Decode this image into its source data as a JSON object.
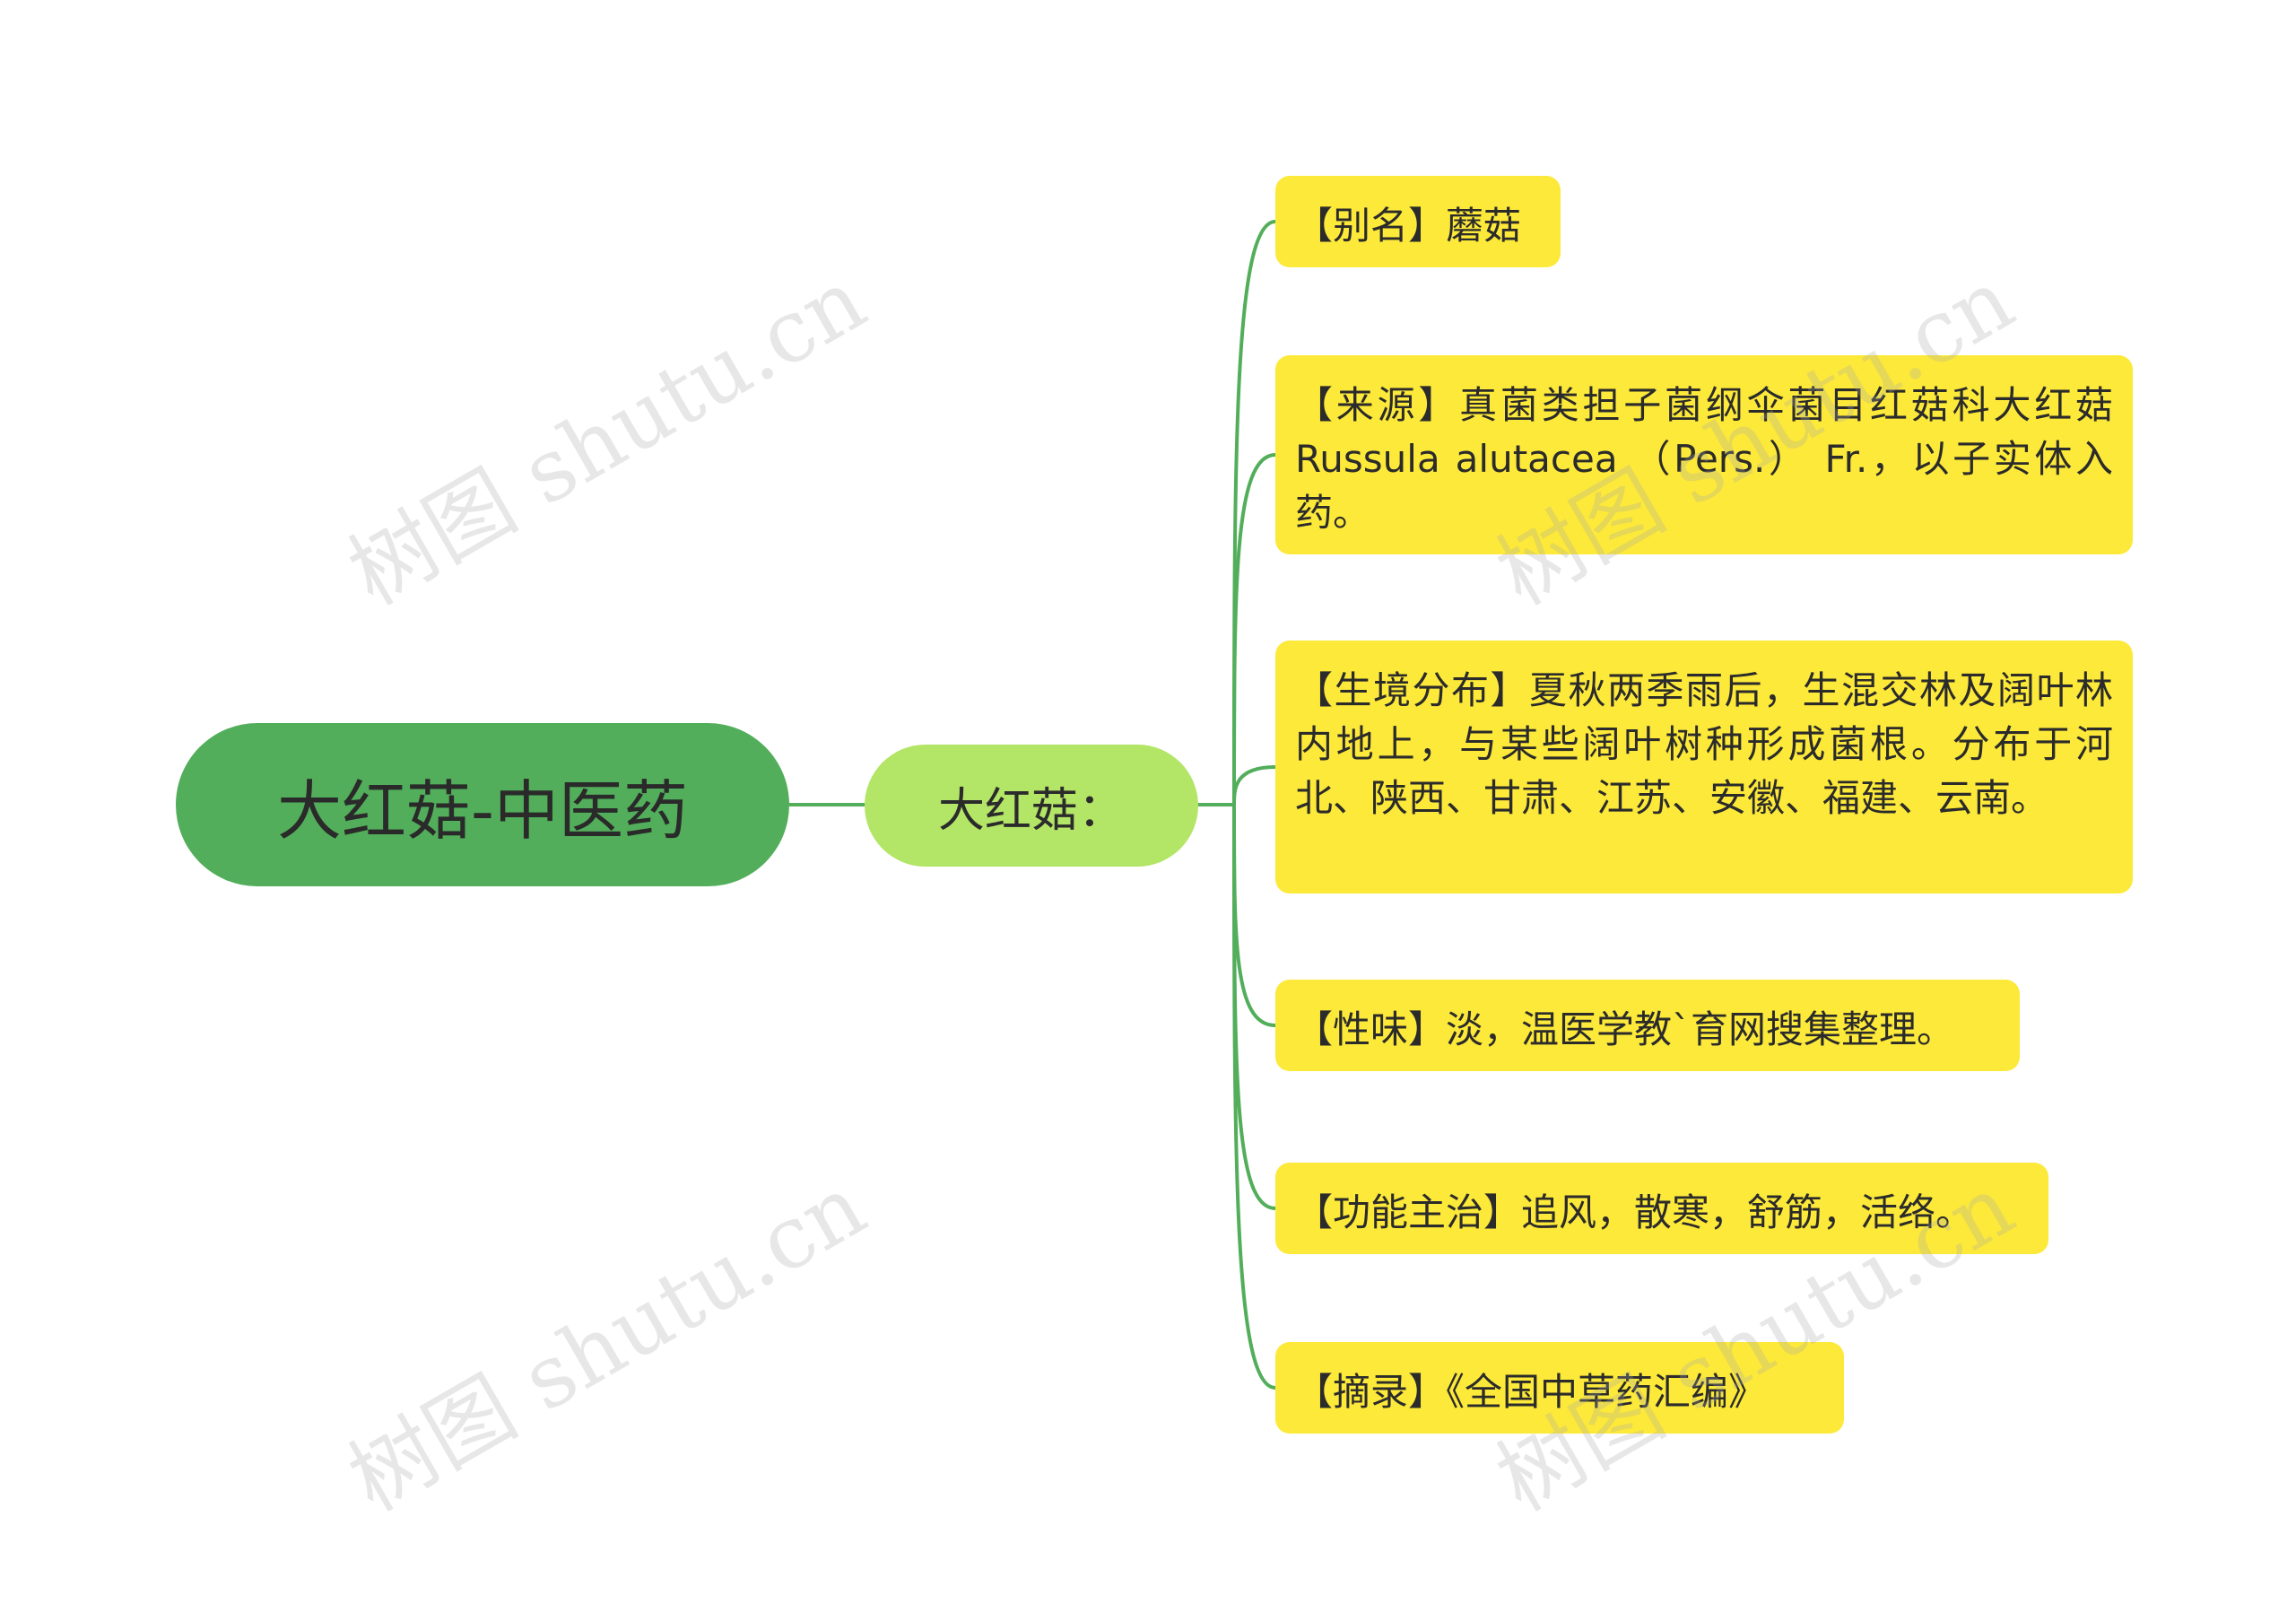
{
  "root": {
    "label": "大红菇-中医药"
  },
  "branch": {
    "label": "大红菇："
  },
  "leaves": [
    {
      "text": "【别名】蘑菇"
    },
    {
      "text": "【来源】真菌类担子菌纲伞菌目红菇科大红菇Russula alutacea （Pers.） Fr.，以子实体入药。"
    },
    {
      "text": "【生境分布】夏秋两季雨后，生混交林及阔叶林内地上，与某些阔叶树种形成菌根。分布于河北、陕西、甘肃、江苏、安徽、福建、云南。"
    },
    {
      "text": "【性味】淡，温医学教`育网搜集整理。"
    },
    {
      "text": "【功能主治】追风，散寒，舒筋，活络。"
    },
    {
      "text": "【摘录】《全国中草药汇编》"
    }
  ],
  "watermark": {
    "text": "树图 shutu.cn"
  },
  "colors": {
    "root_fill": "#52ae5a",
    "branch_fill": "#b3e566",
    "leaf_fill": "#fde939",
    "connector": "#52ae5a",
    "text": "#2b2b2b"
  }
}
